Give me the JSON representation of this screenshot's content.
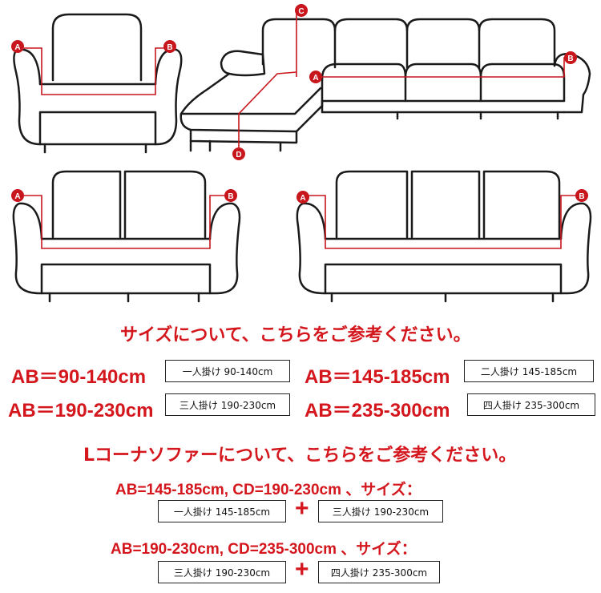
{
  "markers": {
    "a": "A",
    "b": "B",
    "c": "C",
    "d": "D"
  },
  "colors": {
    "accent": "#d4161d",
    "outline": "#1a1a1a",
    "background": "#ffffff"
  },
  "headings": {
    "size_note": "サイズについて、こちらをご参考ください。",
    "lsofa_note": "Lコーナソファーについて、こちらをご参考ください。"
  },
  "sizes": [
    {
      "formula": "AB＝90-140cm",
      "label": "一人掛け  90-140cm"
    },
    {
      "formula": "AB＝145-185cm",
      "label": "二人掛け 145-185cm"
    },
    {
      "formula": "AB＝190-230cm",
      "label": "三人掛け  190-230cm"
    },
    {
      "formula": "AB＝235-300cm",
      "label": "四人掛け 235-300cm"
    }
  ],
  "lsofa": [
    {
      "formula": "AB=145-185cm, CD=190-230cm 、サイズ：",
      "left": "一人掛け  145-185cm",
      "plus": "+",
      "right": "三人掛け 190-230cm"
    },
    {
      "formula": "AB=190-230cm, CD=235-300cm 、サイズ：",
      "left": "三人掛け  190-230cm",
      "plus": "+",
      "right": "四人掛け 235-300cm"
    }
  ]
}
